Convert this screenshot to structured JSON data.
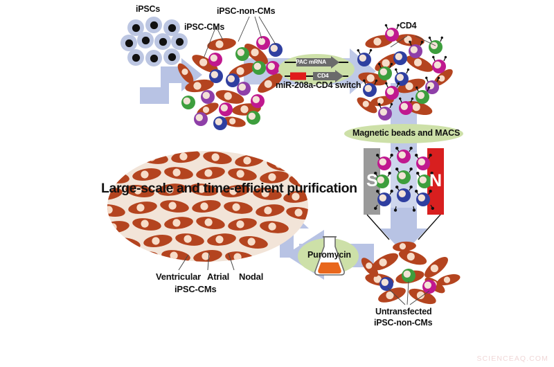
{
  "figure": {
    "title_text": "Large-scale and time-efficient purification",
    "watermark": "SCIENCEAQ.COM"
  },
  "labels": {
    "ipscs": "iPSCs",
    "ipsc_cms": "iPSC-CMs",
    "ipsc_non_cms": "iPSC-non-CMs",
    "cd4": "CD4",
    "switch_name": "miR-208a-CD4 switch",
    "pac_mrna": "PAC mRNA",
    "cd4_gene": "CD4",
    "magnetic_beads": "Magnetic beads and MACS",
    "magnet_south": "S",
    "magnet_north": "N",
    "puromycin": "Puromycin",
    "untransfected_line1": "Untransfected",
    "untransfected_line2": "iPSC-non-CMs",
    "ventricular": "Ventricular",
    "atrial": "Atrial",
    "nodal": "Nodal",
    "product_cms": "iPSC-CMs"
  },
  "colors": {
    "cardiomyocyte": "#b4441f",
    "cardiomyocyte_nucleus": "#f7dcc8",
    "ipsc_body": "#bcc6e2",
    "ipsc_nucleus": "#111111",
    "noncm_blue": "#2f3fa0",
    "noncm_green": "#3d9e3d",
    "noncm_magenta": "#c0188f",
    "noncm_purple": "#8e3fa8",
    "noncm_nucleus": "#f7dcc8",
    "arrow_fill": "#b8c3e4",
    "ellipse_green": "#cde0a8",
    "magnet_south": "#9a9a9a",
    "magnet_north": "#d81f1f",
    "gene_arrow": "#6b6b6b",
    "mir_box": "#e01b1b",
    "flask_liquid": "#e8671d",
    "text": "#111111",
    "watermark": "#f0d7d7"
  },
  "chart_data": {
    "type": "diagram",
    "flow": [
      "iPSCs differentiate into mixed iPSC-CMs and iPSC-non-CMs",
      "Transfect miR-208a-CD4 switch (PAC mRNA and CD4 reporter)",
      "CD4 is expressed on surface of iPSC-non-CMs",
      "Magnetic beads and MACS separate CD4-positive cells",
      "Puromycin selection removes untransfected iPSC-non-CMs",
      "Large-scale and time-efficient purification of ventricular, atrial and nodal iPSC-CMs"
    ]
  }
}
